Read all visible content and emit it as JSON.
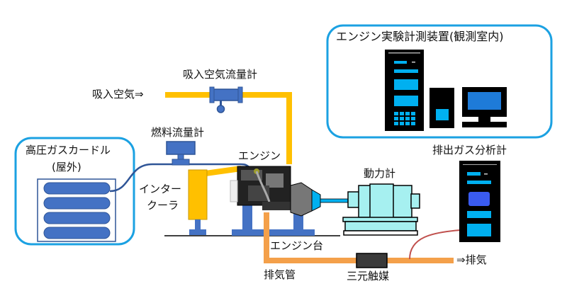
{
  "title": "Engine test system diagram",
  "labels": {
    "lab_equipment": "エンジン実験計測装置(観測室内)",
    "intake_air_flowmeter": "吸入空気流量計",
    "intake_air": "吸入空気⇒",
    "fuel_flowmeter": "燃料流量計",
    "gas_cylinder_line1": "高圧ガスカードル",
    "gas_cylinder_line2": "(屋外)",
    "intercooler_line1": "インター",
    "intercooler_line2": "クーラ",
    "engine": "エンジン",
    "dynamometer": "動力計",
    "exhaust_analyzer": "排出ガス分析計",
    "engine_stand": "エンジン台",
    "exhaust_pipe": "排気管",
    "catalyst": "三元触媒",
    "exhaust_out": "⇒排気"
  },
  "colors": {
    "intake_pipe": "#FFC000",
    "exhaust_pipe": "#F4A04A",
    "fuel_line": "#2F5597",
    "meter_blue": "#4472C4",
    "frame_cyan": "#1BA1E2",
    "screen_cyan": "#00B0F0",
    "dyno_fill": "#A6F0F0",
    "sensor_line": "#C0504D"
  }
}
